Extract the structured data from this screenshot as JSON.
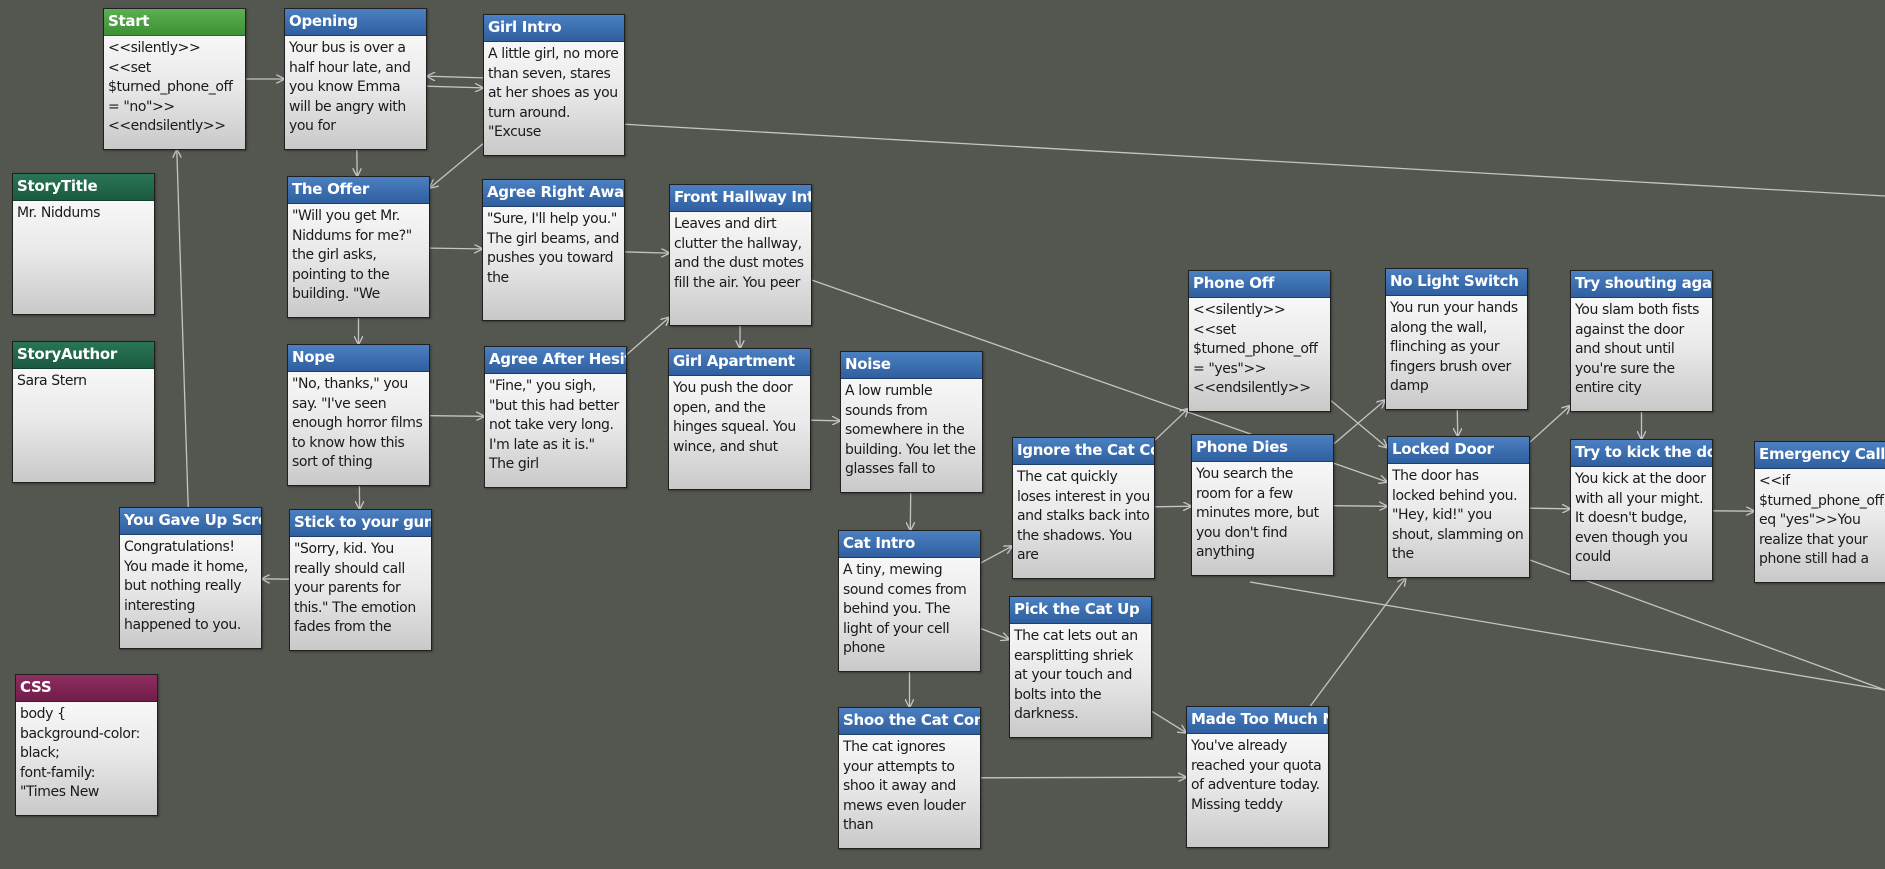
{
  "story": {
    "passages": [
      {
        "id": "start",
        "title": "Start",
        "text": "<<silently>>\n<<set $turned_phone_off\n= \"no\">>\n<<endsilently>>"
      },
      {
        "id": "opening",
        "title": "Opening",
        "text": "Your bus is over a half hour late, and you know Emma will be angry with you for"
      },
      {
        "id": "girl-intro",
        "title": "Girl Intro",
        "text": "A little girl, no more than seven, stares at her shoes as you turn around. \"Excuse"
      },
      {
        "id": "story-title",
        "title": "StoryTitle",
        "text": "Mr. Niddums"
      },
      {
        "id": "the-offer",
        "title": "The Offer",
        "text": "\"Will you get Mr. Niddums for me?\" the girl asks, pointing to the building. \"We"
      },
      {
        "id": "agree-right-away",
        "title": "Agree Right Away",
        "text": "\"Sure, I'll help you.\" The girl beams, and pushes you toward the"
      },
      {
        "id": "front-hallway",
        "title": "Front Hallway Intro",
        "text": "Leaves and dirt clutter the hallway, and the dust motes fill the air. You peer"
      },
      {
        "id": "story-author",
        "title": "StoryAuthor",
        "text": "Sara Stern"
      },
      {
        "id": "nope",
        "title": "Nope",
        "text": "\"No, thanks,\" you say. \"I've seen enough horror films to know how this sort of thing"
      },
      {
        "id": "agree-after",
        "title": "Agree After Hesitation",
        "text": "\"Fine,\" you sigh, \"but this had better not take very long. I'm late as it is.\" The girl"
      },
      {
        "id": "girl-apartment",
        "title": "Girl Apartment",
        "text": "You push the door open, and the hinges squeal. You wince, and shut"
      },
      {
        "id": "noise",
        "title": "Noise",
        "text": "A low rumble sounds from somewhere in the building. You let the glasses fall to"
      },
      {
        "id": "phone-off",
        "title": "Phone Off",
        "text": "<<silently>>\n<<set $turned_phone_off\n= \"yes\">>\n<<endsilently>>"
      },
      {
        "id": "no-light-switch",
        "title": "No Light Switch",
        "text": "You run your hands along the wall, flinching as your fingers brush over damp"
      },
      {
        "id": "try-shouting",
        "title": "Try shouting again",
        "text": "You slam both fists against the door and shout until you're sure the entire city"
      },
      {
        "id": "ignore-cat",
        "title": "Ignore the Cat Completely",
        "text": "The cat quickly loses interest in you and stalks back into the shadows. You are"
      },
      {
        "id": "phone-dies",
        "title": "Phone Dies",
        "text": "You search the room for a few minutes more, but you don't find anything"
      },
      {
        "id": "locked-door",
        "title": "Locked Door",
        "text": "The door has locked behind you. \"Hey, kid!\" you shout, slamming on the"
      },
      {
        "id": "try-kick",
        "title": "Try to kick the door",
        "text": "You kick at the door with all your might. It doesn't budge, even though you could"
      },
      {
        "id": "emergency-call",
        "title": "Emergency Call",
        "text": "<<if $turned_phone_off eq \"yes\">>You realize that your phone still had a"
      },
      {
        "id": "you-gave-up",
        "title": "You Gave Up Screen",
        "text": "Congratulations! You made it home, but nothing really interesting happened to you."
      },
      {
        "id": "stick-to-gun",
        "title": "Stick to your guns",
        "text": "\"Sorry, kid. You really should call your parents for this.\" The emotion fades from the"
      },
      {
        "id": "cat-intro",
        "title": "Cat Intro",
        "text": "A tiny, mewing sound comes from behind you. The light of your cell phone"
      },
      {
        "id": "pick-cat",
        "title": "Pick the Cat Up",
        "text": "The cat lets out an earsplitting shriek at your touch and bolts into the darkness."
      },
      {
        "id": "css",
        "title": "CSS",
        "text": "body {\nbackground-color:\nblack;\nfont-family:\n\"Times New"
      },
      {
        "id": "shoo-cat",
        "title": "Shoo the Cat Completely",
        "text": "The cat ignores your attempts to shoo it away and mews even louder than"
      },
      {
        "id": "made-too-much",
        "title": "Made Too Much Noise",
        "text": "You've already reached your quota of adventure today. Missing teddy"
      }
    ],
    "links": [
      [
        "start",
        "opening"
      ],
      [
        "opening",
        "girl-intro"
      ],
      [
        "girl-intro",
        "opening"
      ],
      [
        "opening",
        "the-offer"
      ],
      [
        "girl-intro",
        "the-offer"
      ],
      [
        "the-offer",
        "agree-right-away"
      ],
      [
        "the-offer",
        "nope"
      ],
      [
        "agree-right-away",
        "front-hallway"
      ],
      [
        "nope",
        "agree-after"
      ],
      [
        "nope",
        "stick-to-gun"
      ],
      [
        "agree-after",
        "front-hallway"
      ],
      [
        "front-hallway",
        "girl-apartment"
      ],
      [
        "girl-apartment",
        "noise"
      ],
      [
        "front-hallway",
        "locked-door"
      ],
      [
        "noise",
        "cat-intro"
      ],
      [
        "cat-intro",
        "ignore-cat"
      ],
      [
        "cat-intro",
        "pick-cat"
      ],
      [
        "cat-intro",
        "shoo-cat"
      ],
      [
        "ignore-cat",
        "phone-off"
      ],
      [
        "ignore-cat",
        "phone-dies"
      ],
      [
        "phone-dies",
        "no-light-switch"
      ],
      [
        "phone-dies",
        "locked-door"
      ],
      [
        "no-light-switch",
        "locked-door"
      ],
      [
        "locked-door",
        "try-shouting"
      ],
      [
        "locked-door",
        "try-kick"
      ],
      [
        "try-shouting",
        "try-kick"
      ],
      [
        "try-kick",
        "emergency-call"
      ],
      [
        "pick-cat",
        "made-too-much"
      ],
      [
        "shoo-cat",
        "made-too-much"
      ],
      [
        "made-too-much",
        "locked-door"
      ],
      [
        "stick-to-gun",
        "you-gave-up"
      ],
      [
        "you-gave-up",
        "start"
      ],
      [
        "phone-off",
        "locked-door"
      ]
    ]
  },
  "colors": {
    "canvas": "#545650",
    "link_line": "#c4c4c4",
    "passage_title": "#3a6fb2",
    "start_title": "#4aa040",
    "meta_title": "#1f6a4a",
    "stylesheet_title": "#7d2453"
  }
}
